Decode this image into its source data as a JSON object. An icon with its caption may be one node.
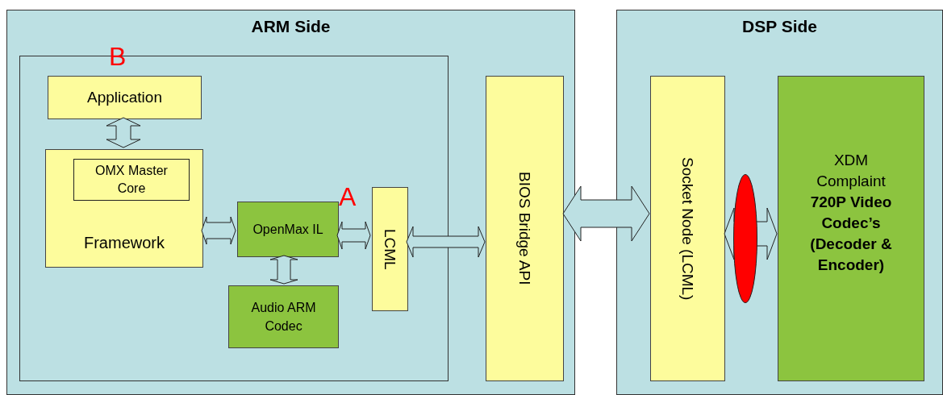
{
  "diagram": {
    "nodes": [
      {
        "text": [
          "ARM Side"
        ]
      },
      {
        "text": [],
        "shape": "box",
        "in": 0
      },
      {
        "text": [
          "Application"
        ],
        "in": 1
      },
      {
        "text": [
          "Framework"
        ],
        "in": 1
      },
      {
        "text": [
          "OMX Master Core"
        ],
        "in": 3
      },
      {
        "text": [
          "OpenMax IL"
        ],
        "in": 1
      },
      {
        "text": [
          "Audio ARM Codec"
        ],
        "in": 1
      },
      {
        "text": [
          "LCML"
        ],
        "in": 1
      },
      {
        "text": [
          "BIOS Bridge API"
        ],
        "in": 0
      },
      {
        "text": [
          "DSP Side"
        ]
      },
      {
        "text": [
          "Socket Node (LCML)"
        ],
        "in": 9
      },
      {
        "text": [],
        "shape": "ellipse",
        "in": 9
      },
      {
        "text": [
          "XDM Complaint",
          "720P Video Codec’s (Decoder & Encoder)"
        ],
        "in": 9
      }
    ],
    "edges": [
      {
        "from": 2,
        "to": 3,
        "arrow": "both"
      },
      {
        "from": 3,
        "to": 5,
        "arrow": "both"
      },
      {
        "from": 5,
        "to": 6,
        "arrow": "both"
      },
      {
        "from": 5,
        "to": 7,
        "arrow": "both"
      },
      {
        "from": 7,
        "to": 8,
        "arrow": "both"
      },
      {
        "from": 8,
        "to": 10,
        "arrow": "both"
      },
      {
        "from": 10,
        "to": 12,
        "arrow": "both"
      }
    ],
    "labels": [
      "B",
      "A"
    ]
  }
}
